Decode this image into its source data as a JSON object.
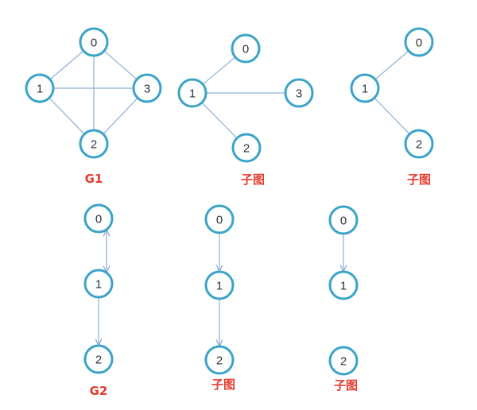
{
  "colors": {
    "edge": "#8fb0d6",
    "node_stroke": "#3aa3c8",
    "node_fill": "#ffffff",
    "label": "#e63a2e"
  },
  "graphs": [
    {
      "id": "g1",
      "label": "G1",
      "directed": false,
      "nodes": [
        "0",
        "1",
        "2",
        "3"
      ],
      "edges": [
        [
          "0",
          "1"
        ],
        [
          "0",
          "2"
        ],
        [
          "0",
          "3"
        ],
        [
          "1",
          "2"
        ],
        [
          "1",
          "3"
        ],
        [
          "2",
          "3"
        ]
      ]
    },
    {
      "id": "g1-sub1",
      "label": "子图",
      "directed": false,
      "nodes": [
        "0",
        "1",
        "2",
        "3"
      ],
      "edges": [
        [
          "1",
          "0"
        ],
        [
          "1",
          "2"
        ],
        [
          "1",
          "3"
        ]
      ]
    },
    {
      "id": "g1-sub2",
      "label": "子图",
      "directed": false,
      "nodes": [
        "0",
        "1",
        "2"
      ],
      "edges": [
        [
          "1",
          "0"
        ],
        [
          "1",
          "2"
        ]
      ]
    },
    {
      "id": "g2",
      "label": "G2",
      "directed": true,
      "nodes": [
        "0",
        "1",
        "2"
      ],
      "edges": [
        [
          "0",
          "1"
        ],
        [
          "1",
          "0"
        ],
        [
          "1",
          "2"
        ]
      ]
    },
    {
      "id": "g2-sub1",
      "label": "子图",
      "directed": true,
      "nodes": [
        "0",
        "1",
        "2"
      ],
      "edges": [
        [
          "0",
          "1"
        ],
        [
          "1",
          "2"
        ]
      ]
    },
    {
      "id": "g2-sub2",
      "label": "子图",
      "directed": true,
      "nodes": [
        "0",
        "1",
        "2"
      ],
      "edges": [
        [
          "0",
          "1"
        ]
      ]
    }
  ]
}
